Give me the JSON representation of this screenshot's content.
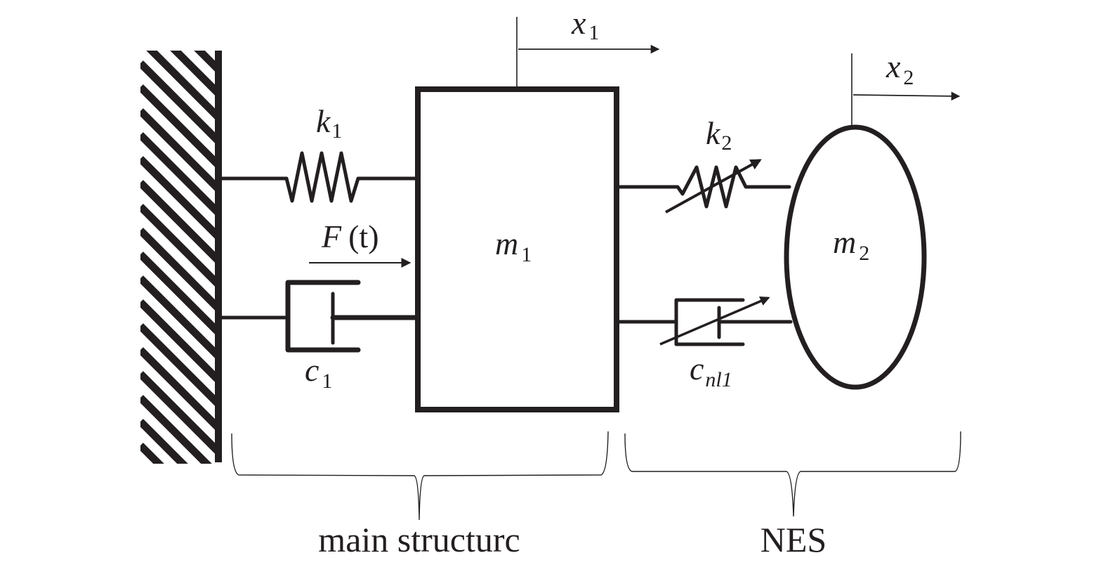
{
  "title": "Main structure with nonlinear energy sink (NES) model",
  "colors": {
    "ink": "#231f20",
    "background": "#ffffff"
  },
  "components": {
    "wall": {
      "name": "fixed wall",
      "icon": "hatched-ground-icon"
    },
    "mass1": {
      "symbol": "m",
      "sub": "1"
    },
    "mass2": {
      "symbol": "m",
      "sub": "2"
    },
    "spring1": {
      "symbol": "k",
      "sub": "1",
      "type": "linear spring"
    },
    "damper1": {
      "symbol": "c",
      "sub": "1",
      "type": "linear damper"
    },
    "spring2": {
      "symbol": "k",
      "sub": "2",
      "type": "nonlinear spring"
    },
    "damper2": {
      "symbol": "c",
      "sub": "nl1",
      "type": "nonlinear damper"
    },
    "force": {
      "symbol": "F",
      "arg": "(t)"
    },
    "disp1": {
      "symbol": "x",
      "sub": "1"
    },
    "disp2": {
      "symbol": "x",
      "sub": "2"
    }
  },
  "groups": [
    {
      "label": "main structurc"
    },
    {
      "label": "NES"
    }
  ]
}
